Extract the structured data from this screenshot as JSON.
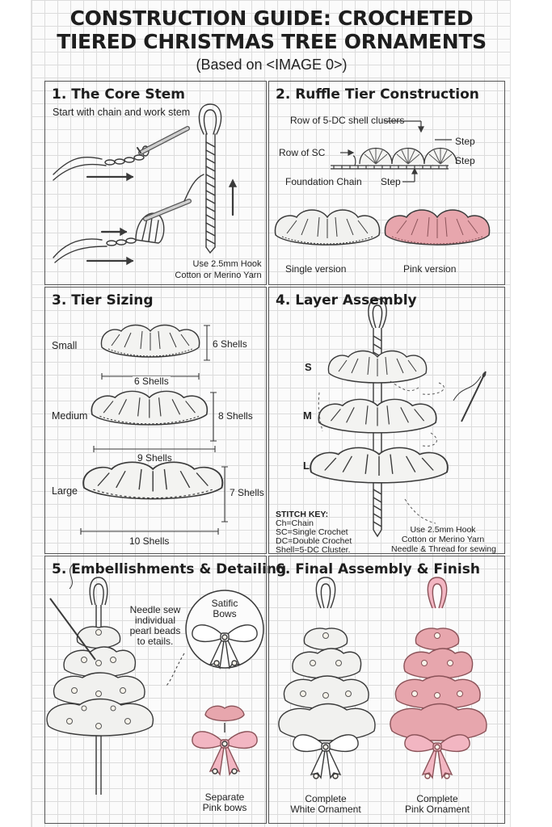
{
  "header": {
    "title_line1": "CONSTRUCTION GUIDE: CROCHETED",
    "title_line2": "TIERED CHRISTMAS TREE ORNAMENTS",
    "subtitle": "(Based on <IMAGE 0>)"
  },
  "panel1": {
    "title": "1. The Core Stem",
    "caption": "Start with chain and work stem",
    "tools_line1": "Use 2.5mm Hook",
    "tools_line2": "Cotton or Merino Yarn"
  },
  "panel2": {
    "title": "2. Ruffle Tier Construction",
    "shell_row": "Row of 5-DC shell clusters",
    "sc_row": "Row of SC",
    "step_a": "Step",
    "step_b": "Step",
    "foundation": "Foundation Chain",
    "step_c": "Step",
    "single_version": "Single version",
    "pink_version": "Pink version"
  },
  "panel3": {
    "title": "3. Tier Sizing",
    "small": "Small",
    "small_height": "6 Shells",
    "small_width": "6 Shells",
    "medium": "Medium",
    "medium_height": "8 Shells",
    "medium_width": "9 Shells",
    "large": "Large",
    "large_height": "7 Shells",
    "large_width": "10 Shells"
  },
  "panel4": {
    "title": "4. Layer Assembly",
    "size_s": "S",
    "size_m": "M",
    "size_l": "L",
    "key_title": "STITCH KEY:",
    "key_1": "Ch=Chain",
    "key_2": "SC=Single Crochet",
    "key_3": "DC=Double Crochet",
    "key_4": "Shell=5-DC Cluster.",
    "tools_line1": "Use 2.5mm Hook",
    "tools_line2": "Cotton or Merino Yarn",
    "tools_line3": "Needle & Thread for sewing"
  },
  "panel5": {
    "title": "5. Embellishments & Detailing",
    "needle_note_1": "Needle sew",
    "needle_note_2": "individual",
    "needle_note_3": "pearl beads",
    "needle_note_4": "to etails.",
    "bows_1": "Satific",
    "bows_2": "Bows",
    "pink_bows_1": "Separate",
    "pink_bows_2": "Pink bows"
  },
  "panel6": {
    "title": "6. Final Assembly & Finish",
    "white_1": "Complete",
    "white_2": "White Ornament",
    "pink_1": "Complete",
    "pink_2": "Pink Ornament"
  },
  "colors": {
    "ink": "#3a3a3a",
    "yarn_white": "#f1f1ef",
    "yarn_pink": "#e7a6ad",
    "ribbon_pink": "#f2b6c2",
    "pearl": "#f7f3ea",
    "panel_border": "#555555"
  }
}
